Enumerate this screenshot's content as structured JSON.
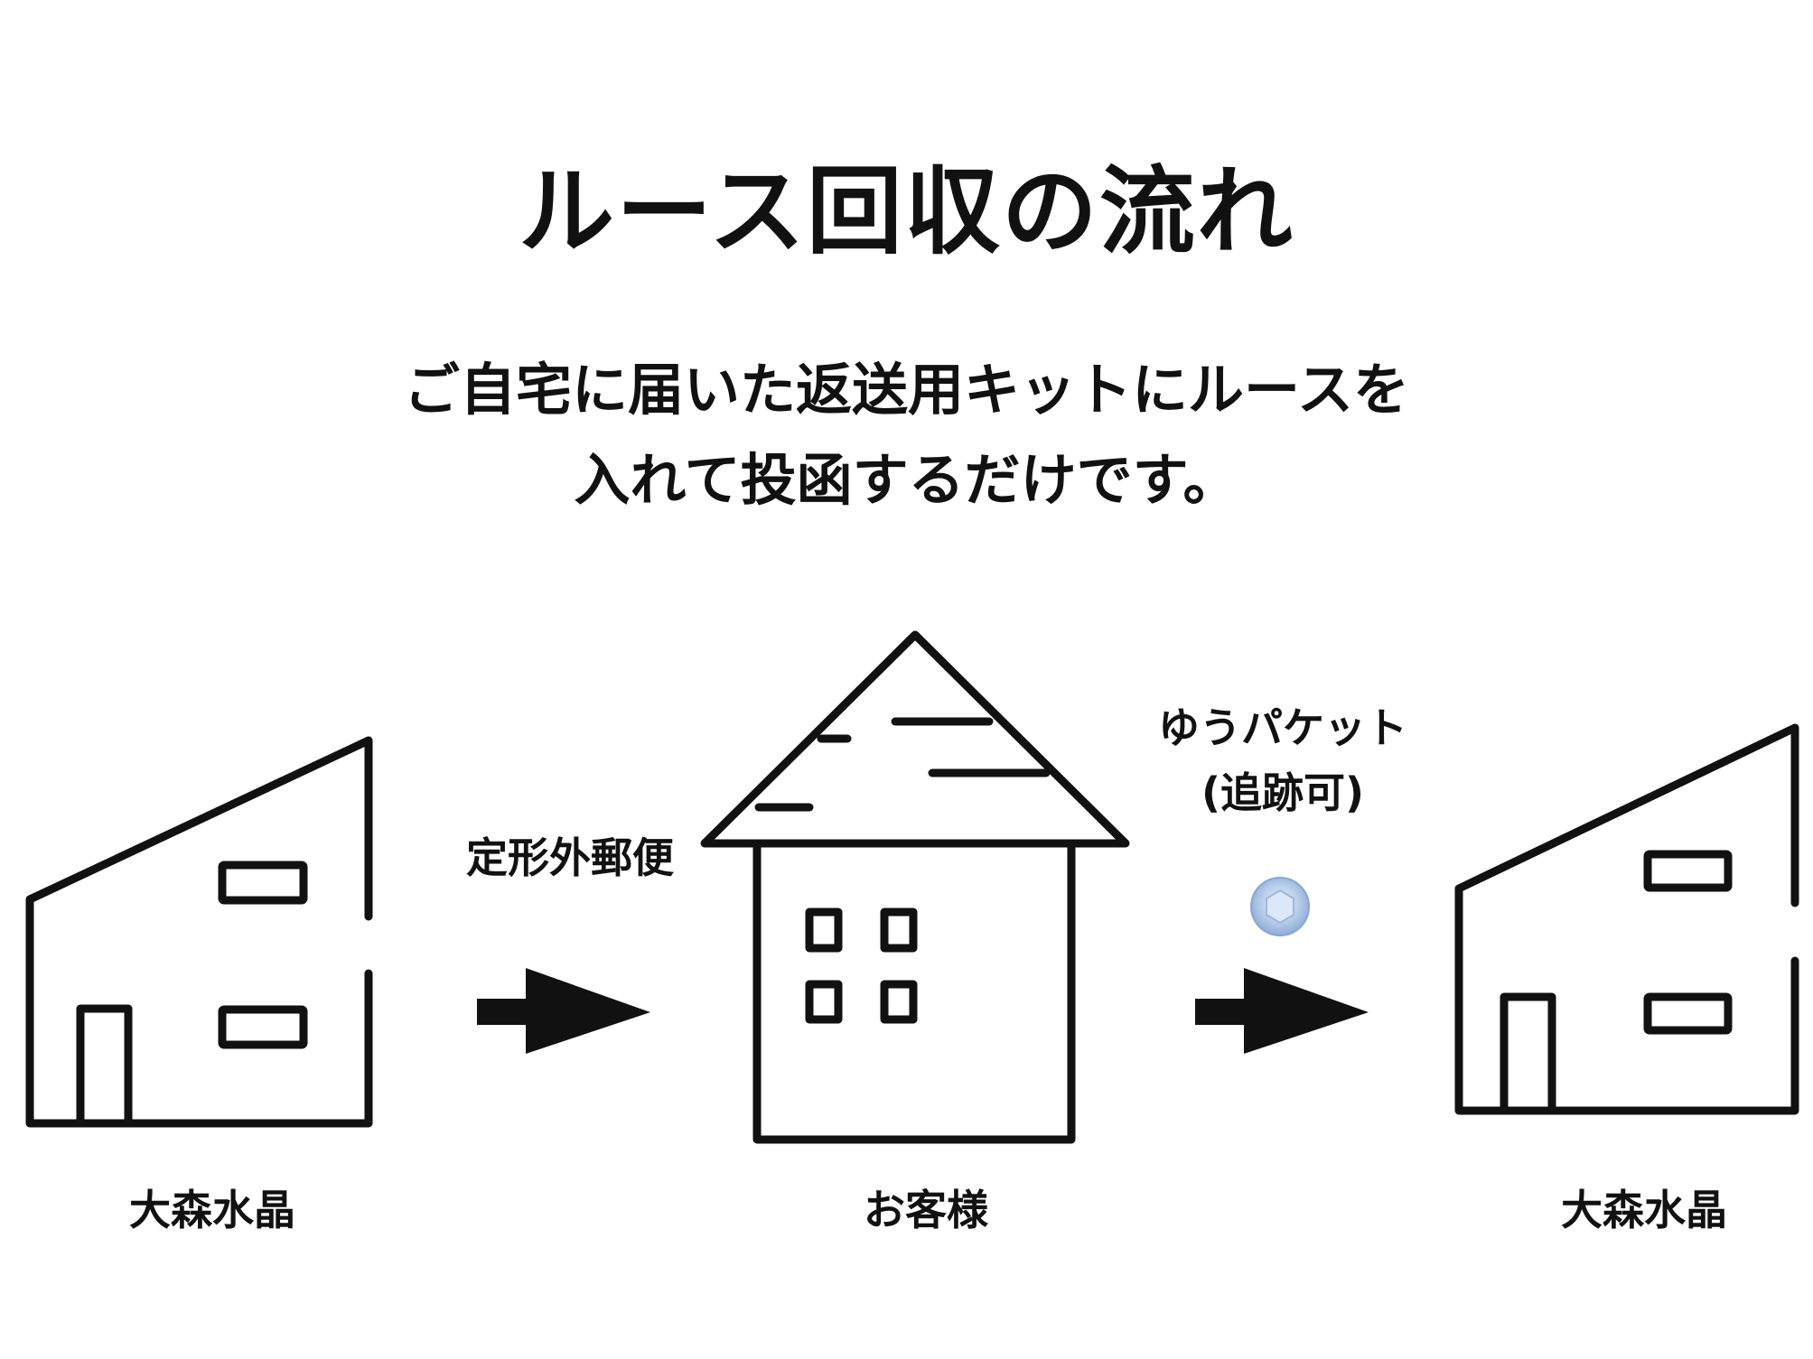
{
  "title": "ルース回収の流れ",
  "subtitle": {
    "line1": "ご自宅に届いた返送用キットにルースを",
    "line2": "入れて投函するだけです。"
  },
  "labels": {
    "origin": "大森水晶",
    "customer": "お客様",
    "destination": "大森水晶",
    "outbound_method": "定形外郵便",
    "return_method_line1": "ゆうパケット",
    "return_method_line2": "(追跡可)"
  },
  "colors": {
    "line": "#111111",
    "background": "#ffffff",
    "gem": "#a9c3e6"
  }
}
